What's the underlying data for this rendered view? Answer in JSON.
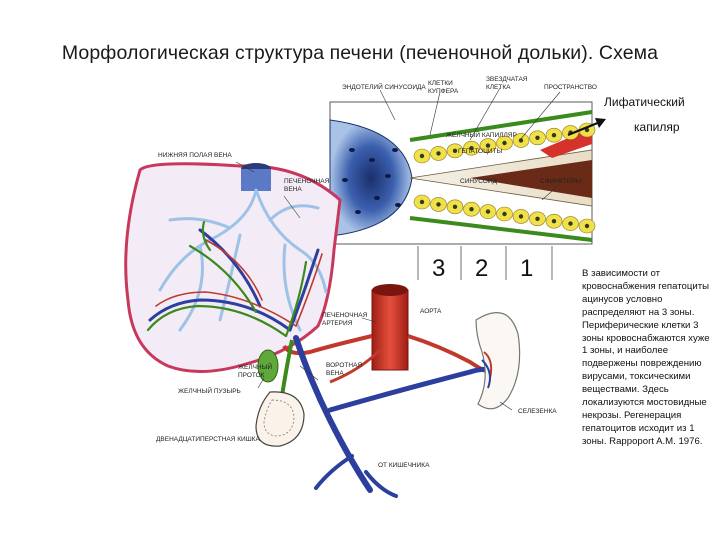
{
  "title": "Морфологическая структура печени (печеночной дольки). Схема",
  "lymph_label_line1": "Лифатический",
  "lymph_label_line2": "капиляр",
  "zone_numbers": [
    "3",
    "2",
    "1"
  ],
  "labels": {
    "endothelium": "эндотелий синусоида",
    "kupffer_cells": "клетки\nкупфера",
    "hepatocytes": "гепатоциты",
    "space": "пространство",
    "stellate": "звездчатая\nклетка",
    "bile_capillary": "желчный капилляр",
    "sinusoid": "синусоид",
    "sphincters": "сфинктеры",
    "ivc": "нижняя полая вена",
    "hepatic_vein": "печеночная\nвена",
    "aorta": "аорта",
    "hepatic_artery": "печеночная\nартерия",
    "bile_duct": "желчный\nпроток",
    "portal_vein": "воротная\nвена",
    "gallbladder": "желчный пузырь",
    "spleen": "селезенка",
    "duodenum": "двенадцатиперстная кишка",
    "from_intestine": "от кишечника"
  },
  "description": "В зависимости от кровоснабжения гепатоциты ацинусов условно распределяют на 3 зоны. Периферические клетки 3 зоны кровоснабжаются хуже 1 зоны, и наиболее подвержены повреждению вирусами, токсическими веществами. Здесь локализуются мостовидные некрозы. Регенерация гепатоцитов исходит из 1 зоны. Rappoport A.M. 1976.",
  "colors": {
    "artery": "#c0392b",
    "vein": "#1f3a8a",
    "portal_vein": "#2c3e9e",
    "bile": "#3a8a1c",
    "liver_outline": "#c8385c",
    "liver_fill": "#f3ecf6",
    "hepatocyte": "#f2e04a",
    "nucleus": "#2b3d1c"
  }
}
